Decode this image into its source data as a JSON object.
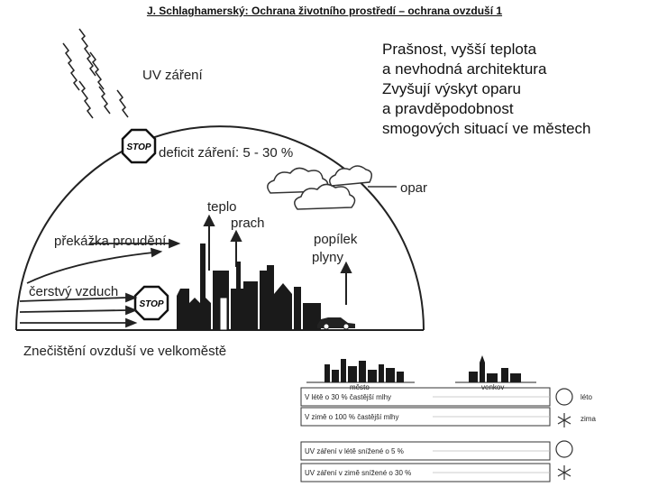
{
  "header": {
    "title": "J. Schlaghamerský: Ochrana životního prostředí – ochrana ovzduší 1"
  },
  "side_text": {
    "lines": [
      "Prašnost, vyšší teplota",
      "a nevhodná architektura",
      "Zvyšují výskyt oparu",
      "a pravděpodobnost",
      "smogových situací ve městech"
    ]
  },
  "dome_labels": {
    "uv": "UV záření",
    "deficit": "deficit záření: 5 - 30 %",
    "opar": "opar",
    "teplo": "teplo",
    "prach": "prach",
    "prekazka": "překážka proudění",
    "popilek": "popílek",
    "plyny": "plyny",
    "vzduch": "čerstvý vzduch",
    "stop": "STOP",
    "caption": "Znečištění ovzduší ve velkoměstě"
  },
  "comparison": {
    "mesto": "město",
    "venkov": "venkov",
    "rows": [
      "V létě o 30 % častější mlhy",
      "V zimě o 100 % častější mlhy",
      "UV záření v létě snížené o 5 %",
      "UV záření v zimě snížené o 30 %"
    ],
    "leto": "léto",
    "zima": "zima"
  },
  "icons": {
    "stop_sign": "stop-sign-icon",
    "cloud": "cloud-icon",
    "sun": "sun-icon",
    "snowflake": "snowflake-icon",
    "car": "car-icon"
  }
}
